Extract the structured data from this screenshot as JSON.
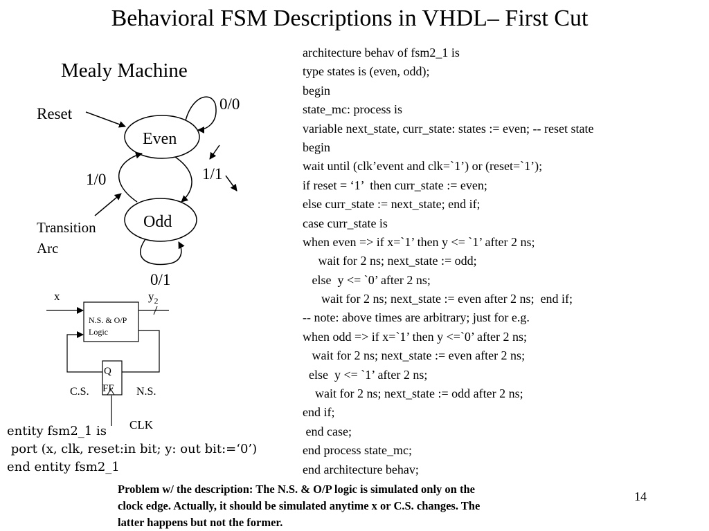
{
  "slide": {
    "title": "Behavioral FSM Descriptions in VHDL– First Cut",
    "subtitle": "Mealy Machine",
    "page_number": "14"
  },
  "state_diagram": {
    "states": [
      "Even",
      "Odd"
    ],
    "reset_label": "Reset",
    "transition_arc_label_line1": "Transition",
    "transition_arc_label_line2": "Arc",
    "edges": {
      "even_self": "0/0",
      "odd_to_even": "1/0",
      "even_to_odd": "1/1",
      "odd_self": "0/1"
    }
  },
  "block_diagram": {
    "input_x": "x",
    "output_y": "y",
    "output_y_sub": "2",
    "logic_line1": "N.S. & O/P",
    "logic_line2": "Logic",
    "ff_line1": "Q",
    "ff_line2": "FF",
    "cs": "C.S.",
    "ns": "N.S.",
    "clk": "CLK"
  },
  "entity_code": [
    "entity fsm2_1 is",
    " port (x, clk, reset:in bit; y: out bit:=‘0’)",
    "end entity fsm2_1"
  ],
  "architecture_code": [
    "architecture behav of fsm2_1 is",
    "type states is (even, odd);",
    "begin",
    "state_mc: process is",
    "variable next_state, curr_state: states := even; -- reset state",
    "begin",
    "wait until (clk’event and clk=`1’) or (reset=`1’);",
    "if reset = ‘1’  then curr_state := even;",
    "else curr_state := next_state; end if;",
    "case curr_state is",
    "when even => if x=`1’ then y <= `1’ after 2 ns;",
    "     wait for 2 ns; next_state := odd;",
    "   else  y <= `0’ after 2 ns;",
    "      wait for 2 ns; next_state := even after 2 ns;  end if;",
    "-- note: above times are arbitrary; just for e.g.",
    "when odd => if x=`1’ then y <=`0’ after 2 ns;",
    "   wait for 2 ns; next_state := even after 2 ns;",
    "  else  y <= `1’ after 2 ns;",
    "    wait for 2 ns; next_state := odd after 2 ns;",
    "end if;",
    " end case;",
    "end process state_mc;",
    "end architecture behav;"
  ],
  "note": [
    "Problem w/ the description: The N.S. & O/P logic is simulated only on the",
    "clock edge. Actually, it should be simulated anytime x or C.S. changes. The",
    "latter happens but not the former."
  ]
}
